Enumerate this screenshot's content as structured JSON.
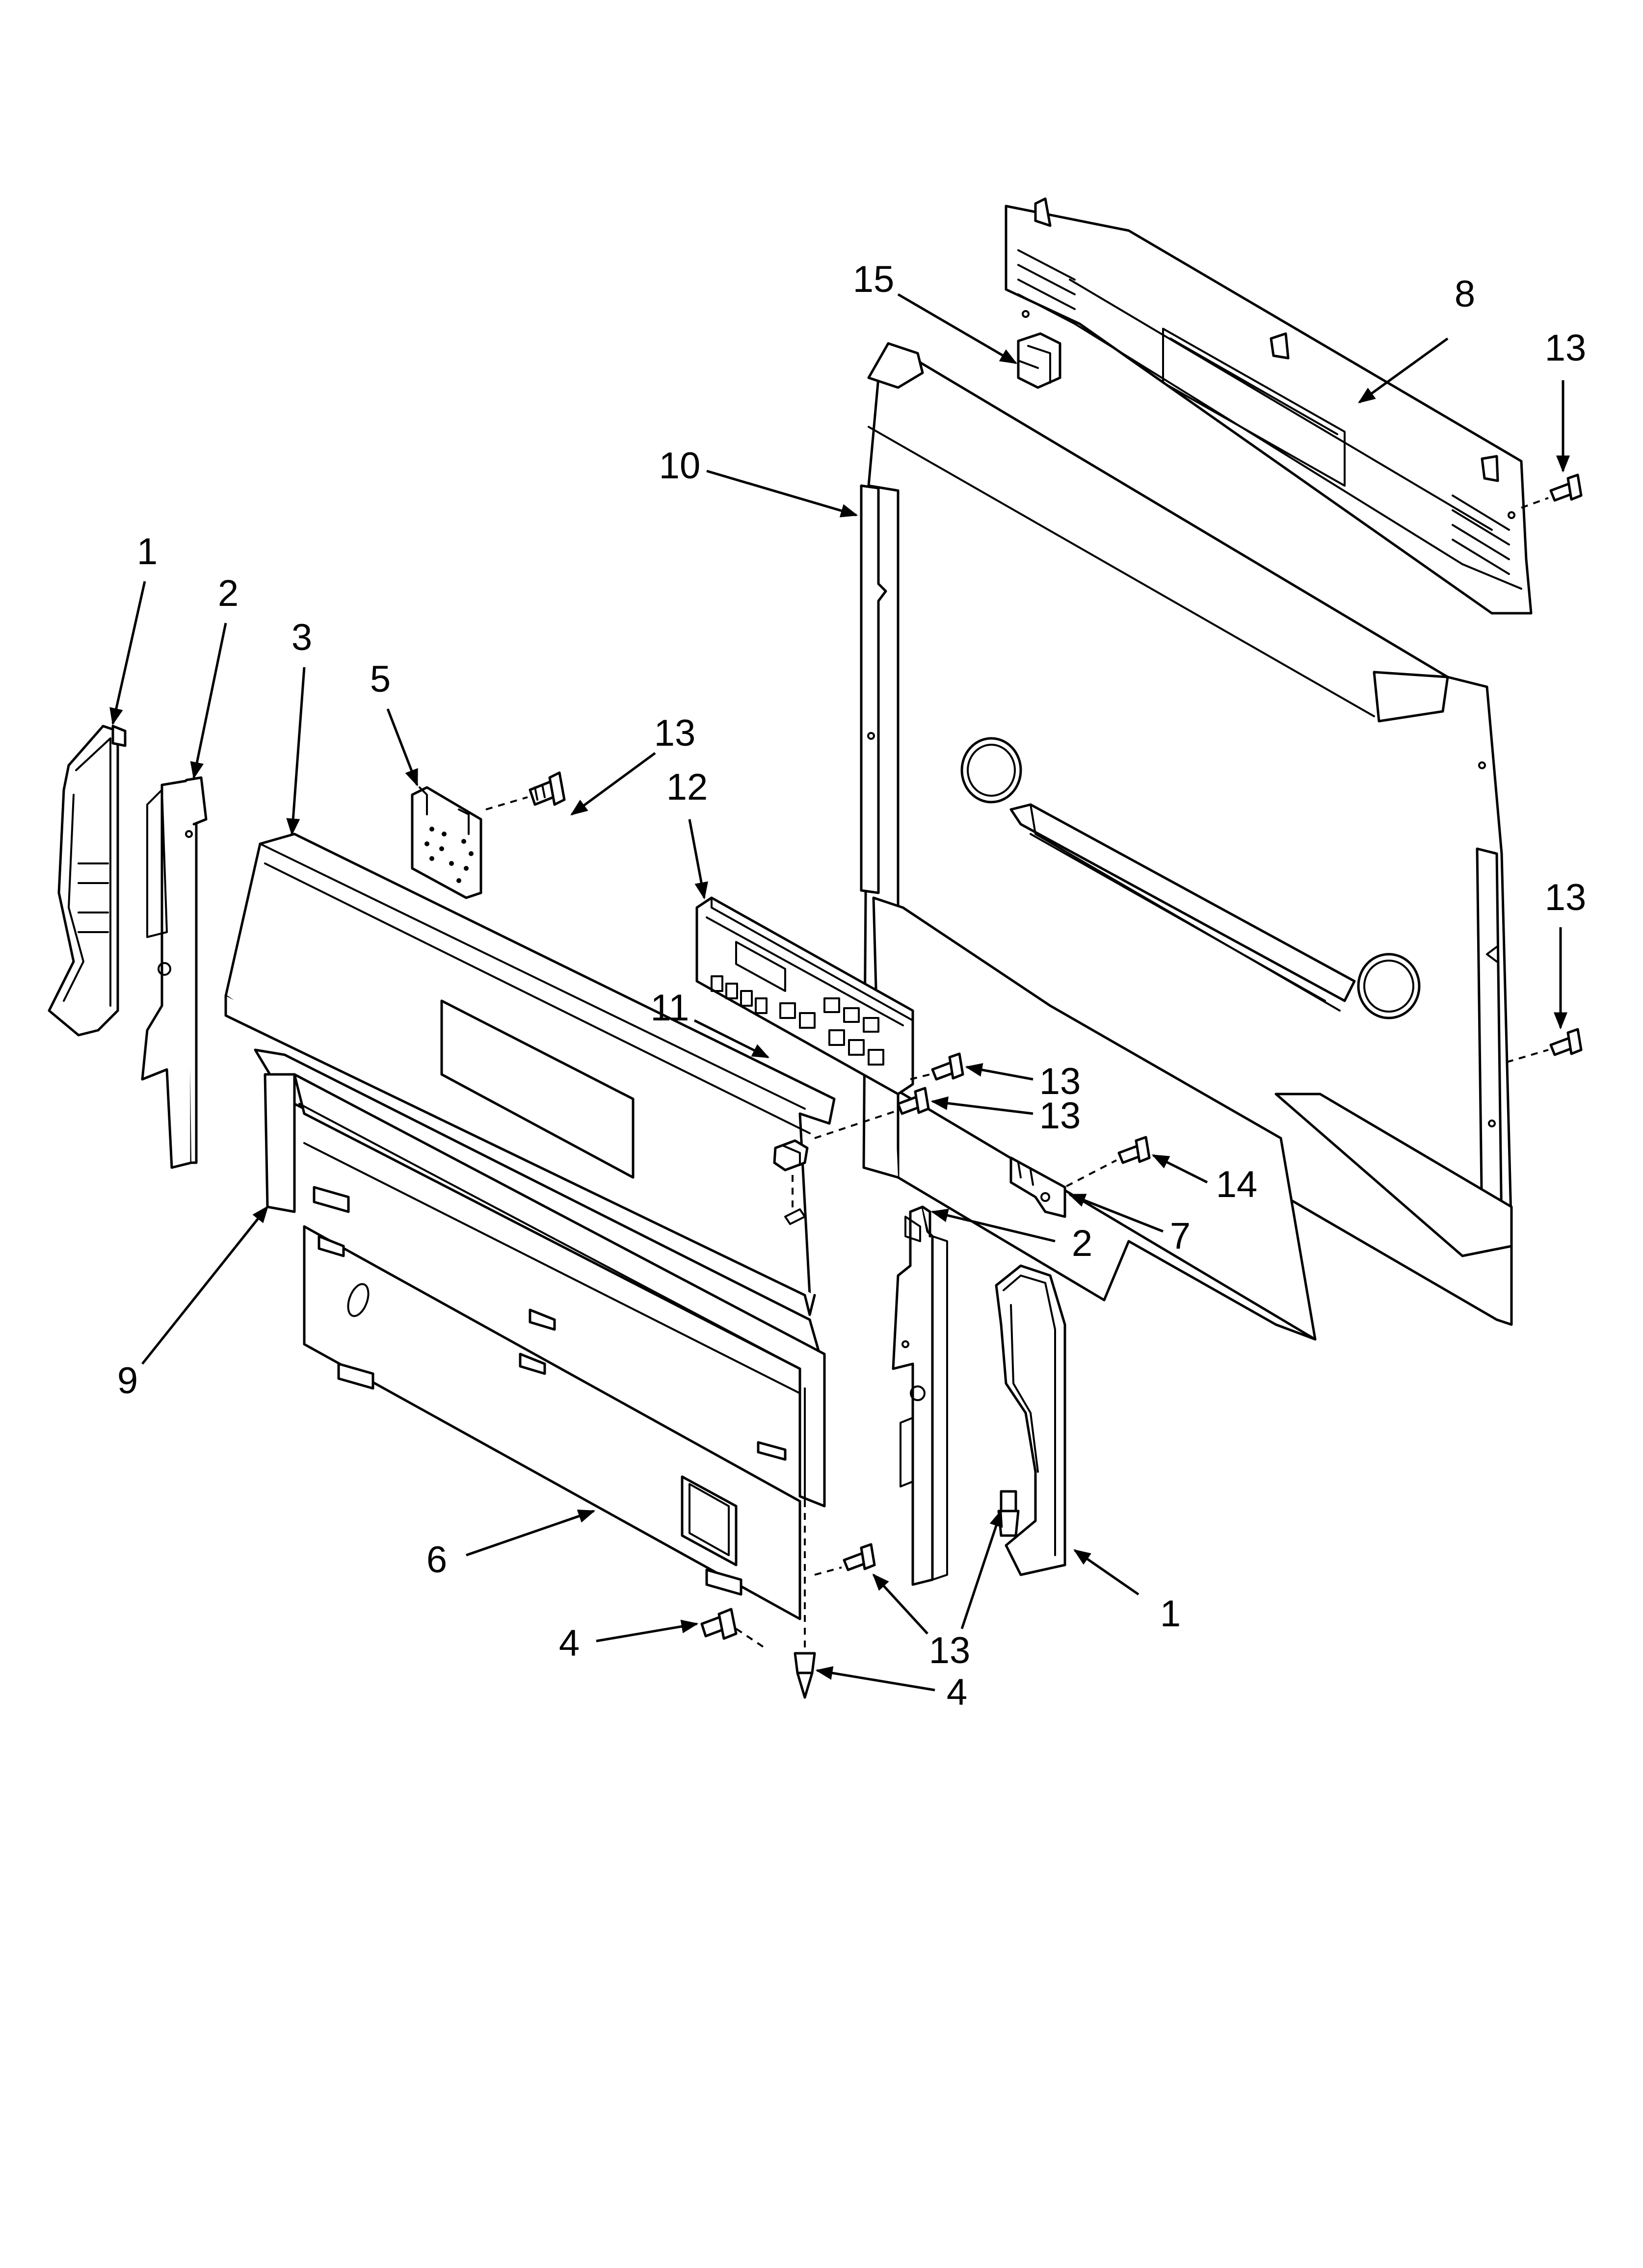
{
  "diagram": {
    "callouts": [
      {
        "id": "c1a",
        "text": "1"
      },
      {
        "id": "c2a",
        "text": "2"
      },
      {
        "id": "c3",
        "text": "3"
      },
      {
        "id": "c5",
        "text": "5"
      },
      {
        "id": "c13a",
        "text": "13"
      },
      {
        "id": "c12",
        "text": "12"
      },
      {
        "id": "c15",
        "text": "15"
      },
      {
        "id": "c8",
        "text": "8"
      },
      {
        "id": "c13b",
        "text": "13"
      },
      {
        "id": "c10",
        "text": "10"
      },
      {
        "id": "c11",
        "text": "11"
      },
      {
        "id": "c13c",
        "text": "13"
      },
      {
        "id": "c13d",
        "text": "13"
      },
      {
        "id": "c13e",
        "text": "13"
      },
      {
        "id": "c14",
        "text": "14"
      },
      {
        "id": "c7",
        "text": "7"
      },
      {
        "id": "c2b",
        "text": "2"
      },
      {
        "id": "c9",
        "text": "9"
      },
      {
        "id": "c1b",
        "text": "1"
      },
      {
        "id": "c6",
        "text": "6"
      },
      {
        "id": "c13f",
        "text": "13"
      },
      {
        "id": "c4a",
        "text": "4"
      },
      {
        "id": "c4b",
        "text": "4"
      }
    ]
  }
}
